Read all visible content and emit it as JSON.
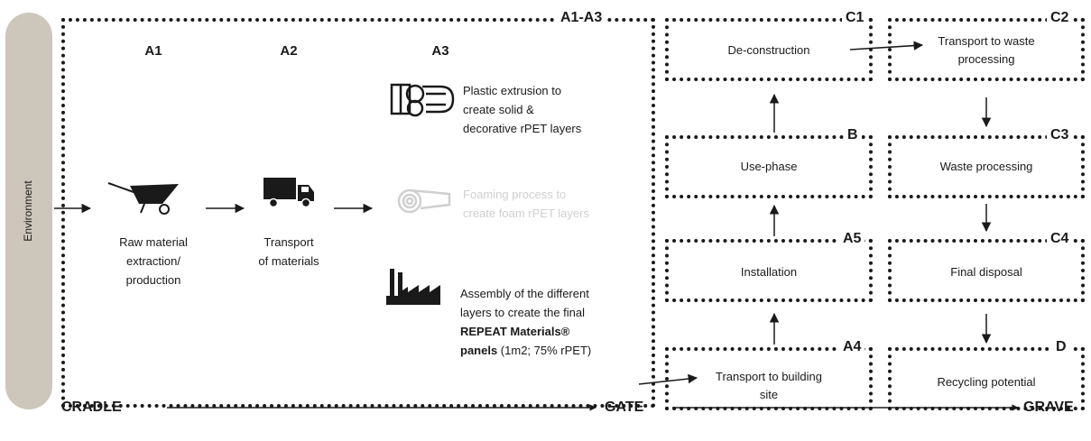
{
  "environment_label": "Environment",
  "scope_label": "A1-A3",
  "production": {
    "stages": [
      {
        "code": "A1",
        "caption_lines": [
          "Raw material",
          "extraction/",
          "production"
        ],
        "icon": "wheelbarrow-icon"
      },
      {
        "code": "A2",
        "caption_lines": [
          "Transport",
          "of materials"
        ],
        "icon": "truck-icon"
      },
      {
        "code": "A3"
      }
    ],
    "a3_processes": [
      {
        "icon": "extrusion-machine-icon",
        "lines": [
          "Plastic extrusion to",
          "create solid &",
          "decorative rPET layers"
        ]
      },
      {
        "icon": "foam-roll-icon",
        "lines": [
          "Foaming process to",
          "create foam rPET layers"
        ],
        "faded": true
      },
      {
        "icon": "factory-icon",
        "lines": [
          "Assembly of the different",
          "layers to create the final"
        ],
        "bold_line": "REPEAT Materials®",
        "final_bold": "panels",
        "final_rest": " (1m2; 75% rPET)"
      }
    ]
  },
  "use_column": [
    {
      "code": "C1",
      "text": "De-construction"
    },
    {
      "code": "B",
      "text": "Use-phase"
    },
    {
      "code": "A5",
      "text": "Installation"
    },
    {
      "code": "A4",
      "text_lines": [
        "Transport to building",
        "site"
      ]
    }
  ],
  "end_column": [
    {
      "code": "C2",
      "text_lines": [
        "Transport to waste",
        "processing"
      ]
    },
    {
      "code": "C3",
      "text": "Waste processing"
    },
    {
      "code": "C4",
      "text": "Final disposal"
    },
    {
      "code": "D",
      "text": "Recycling potential"
    }
  ],
  "timeline": {
    "start": "CRADLE",
    "middle": "GATE",
    "end": "GRAVE"
  },
  "colors": {
    "env_bar": "#ccc6bb",
    "ink": "#1a1a1a",
    "faded": "#cfcfcf"
  }
}
